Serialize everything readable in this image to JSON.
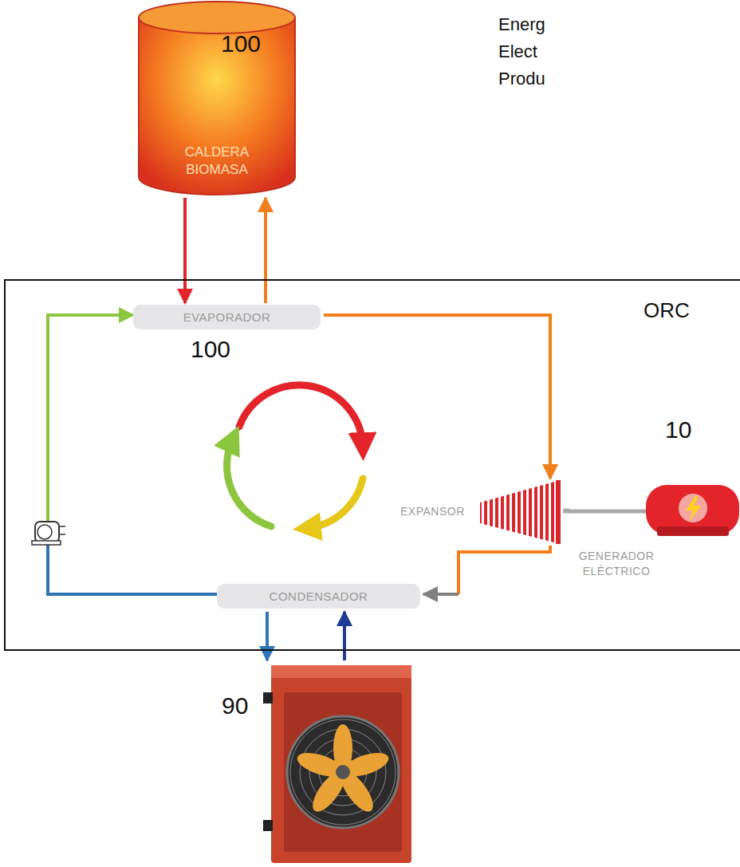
{
  "diagram": {
    "nodes": [
      {
        "text": [
          "100",
          "CALDERA BIOMASA"
        ]
      },
      {
        "text": [
          "ORC"
        ]
      },
      {
        "text": [
          "EVAPORADOR",
          "100"
        ],
        "in": 1
      },
      {
        "text": [
          "EXPANSOR"
        ],
        "in": 1
      },
      {
        "text": [
          "10",
          "GENERADOR ELÉCTRICO"
        ],
        "in": 1
      },
      {
        "text": [
          "CONDENSADOR"
        ],
        "in": 1
      },
      {
        "text": [
          "90"
        ]
      }
    ],
    "edges": [
      {
        "from": 0,
        "to": 2,
        "arrow": "to"
      },
      {
        "from": 2,
        "to": 0,
        "arrow": "to"
      },
      {
        "from": 2,
        "to": 3,
        "arrow": "to"
      },
      {
        "from": 3,
        "to": 5,
        "arrow": "to"
      },
      {
        "from": 3,
        "to": 4,
        "arrow": "none"
      },
      {
        "from": 5,
        "to": 6,
        "arrow": "to"
      },
      {
        "from": 6,
        "to": 5,
        "arrow": "to"
      },
      {
        "from": 5,
        "to": 2,
        "arrow": "to"
      }
    ],
    "labels": [
      "Energ",
      "Elect",
      "Produ"
    ]
  }
}
